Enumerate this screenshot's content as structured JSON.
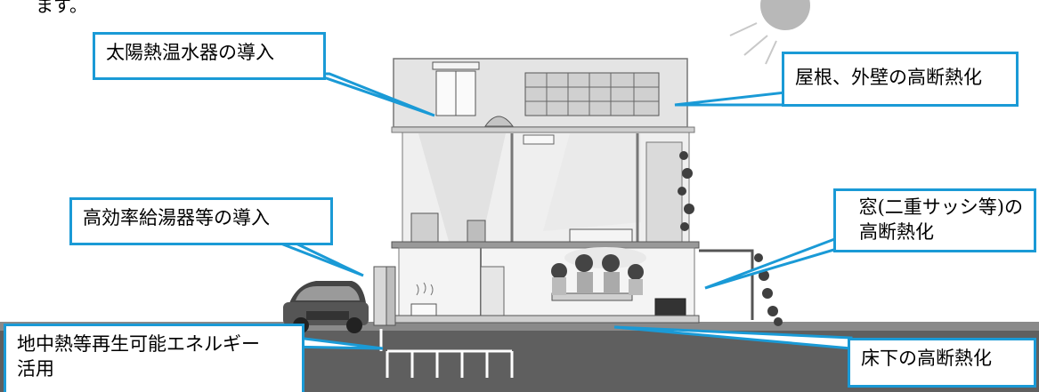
{
  "intro_fragment": "ます。",
  "callouts": {
    "solar_water_heater": "太陽熱温水器の導入",
    "roof_wall_insulation": "屋根、外壁の高断熱化",
    "efficient_water_heater": "高効率給湯器等の導入",
    "window_insulation_line1": "窓(二重サッシ等)の",
    "window_insulation_line2": "高断熱化",
    "geothermal_line1": "地中熱等再生可能エネルギー",
    "geothermal_line2": "活用",
    "underfloor_insulation": "床下の高断熱化"
  },
  "colors": {
    "callout_border": "#1a9ad6",
    "ground": "#5f5f5f",
    "sun": "#b8b8b8"
  }
}
